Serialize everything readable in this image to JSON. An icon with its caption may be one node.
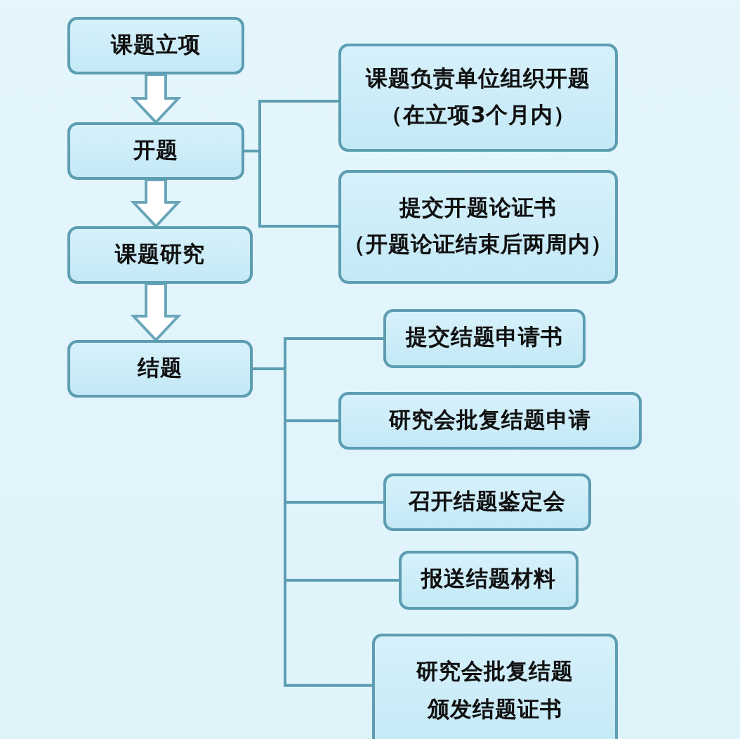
{
  "diagram": {
    "nodes": [
      {
        "text": [
          "课题立项"
        ]
      },
      {
        "text": [
          "开题"
        ]
      },
      {
        "text": [
          "课题研究"
        ]
      },
      {
        "text": [
          "结题"
        ]
      },
      {
        "text": [
          "课题负责单位组织开题",
          "（在立项3个月内）"
        ]
      },
      {
        "text": [
          "提交开题论证书",
          "（开题论证结束后两周内）"
        ]
      },
      {
        "text": [
          "提交结题申请书"
        ]
      },
      {
        "text": [
          "研究会批复结题申请"
        ]
      },
      {
        "text": [
          "召开结题鉴定会"
        ]
      },
      {
        "text": [
          "报送结题材料"
        ]
      },
      {
        "text": [
          "研究会批复结题",
          "颁发结题证书"
        ]
      }
    ],
    "edges": [
      {
        "from": 0,
        "to": 1,
        "arrow": "to",
        "style": "thick"
      },
      {
        "from": 1,
        "to": 2,
        "arrow": "to",
        "style": "thick"
      },
      {
        "from": 2,
        "to": 3,
        "arrow": "to",
        "style": "thick"
      },
      {
        "from": 1,
        "to": 4,
        "arrow": "none"
      },
      {
        "from": 1,
        "to": 5,
        "arrow": "none"
      },
      {
        "from": 3,
        "to": 6,
        "arrow": "none"
      },
      {
        "from": 3,
        "to": 7,
        "arrow": "none"
      },
      {
        "from": 3,
        "to": 8,
        "arrow": "none"
      },
      {
        "from": 3,
        "to": 9,
        "arrow": "none"
      },
      {
        "from": 3,
        "to": 10,
        "arrow": "none"
      }
    ]
  }
}
